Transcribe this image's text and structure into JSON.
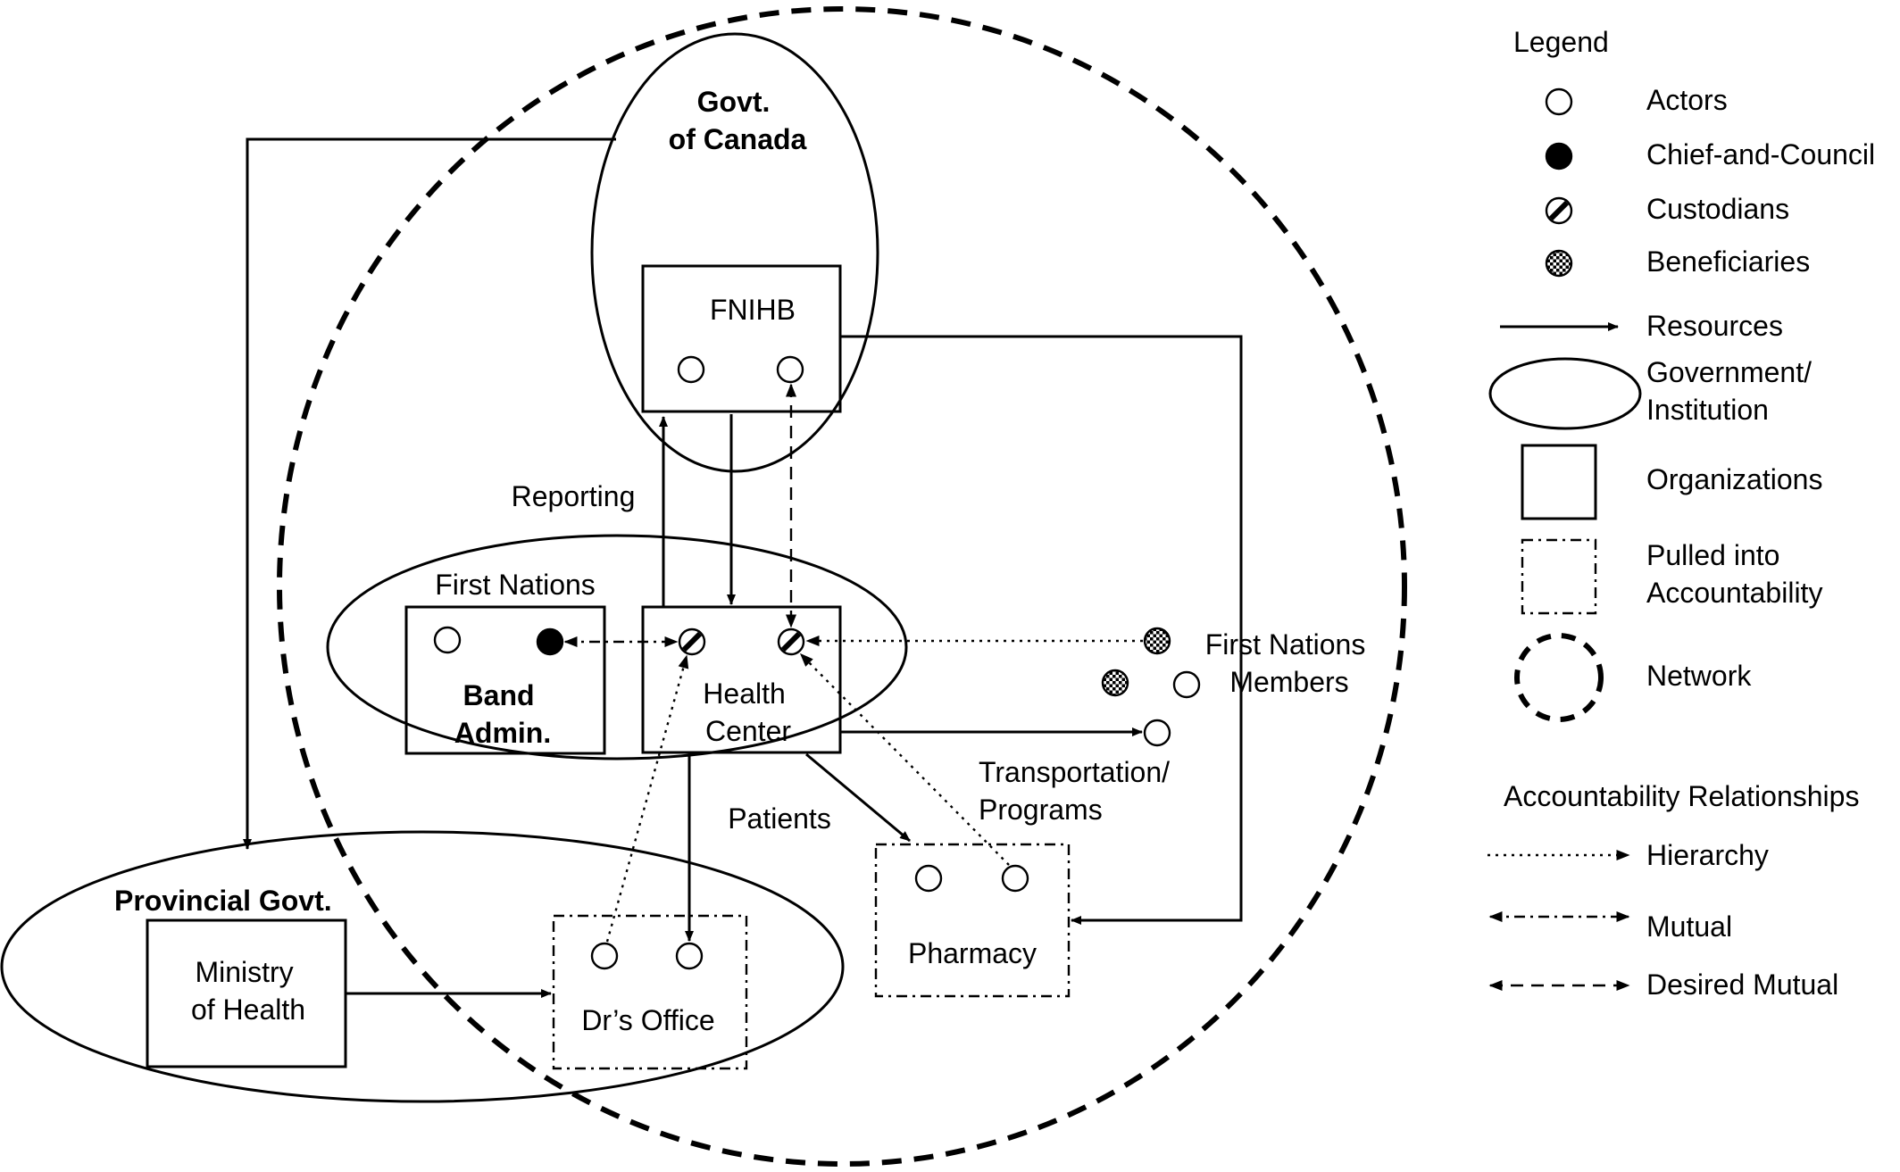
{
  "groups": {
    "govt_canada": "Govt. of Canada",
    "first_nations": "First Nations",
    "provincial_govt": "Provincial Govt."
  },
  "organizations": {
    "fnihb": "FNIHB",
    "band_admin": "Band Admin.",
    "health_center": "Health Center",
    "ministry_of_health": "Ministry of Health",
    "drs_office": "Dr’s Office",
    "pharmacy": "Pharmacy"
  },
  "labels": {
    "reporting": "Reporting",
    "first_nations_members": "First Nations Members",
    "transportation_programs": "Transportation/ Programs",
    "patients": "Patients"
  },
  "legend": {
    "title": "Legend",
    "items": [
      {
        "label": "Actors",
        "symbol": "open-circle"
      },
      {
        "label": "Chief-and-Council",
        "symbol": "filled-circle"
      },
      {
        "label": "Custodians",
        "symbol": "hatched-circle"
      },
      {
        "label": "Beneficiaries",
        "symbol": "checkered-circle"
      },
      {
        "label": "Resources",
        "symbol": "solid-arrow"
      },
      {
        "label": "Government/ Institution",
        "symbol": "ellipse"
      },
      {
        "label": "Organizations",
        "symbol": "square"
      },
      {
        "label": "Pulled into Accountability",
        "symbol": "dash-dot-square"
      },
      {
        "label": "Network",
        "symbol": "dashed-circle"
      }
    ],
    "relationships_title": "Accountability Relationships",
    "relationships": [
      {
        "label": "Hierarchy",
        "symbol": "dotted-arrow"
      },
      {
        "label": "Mutual",
        "symbol": "dash-dot-double-arrow"
      },
      {
        "label": "Desired Mutual",
        "symbol": "dashed-double-arrow"
      }
    ]
  }
}
